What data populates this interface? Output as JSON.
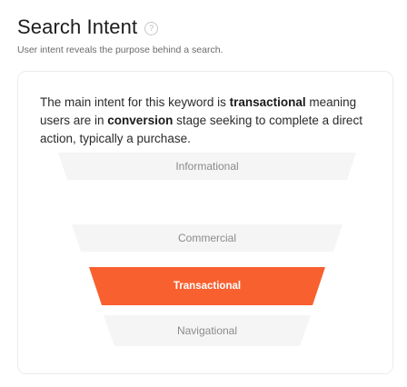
{
  "header": {
    "title": "Search Intent",
    "help_icon": "help-circle-icon",
    "subtitle": "User intent reveals the purpose behind a search."
  },
  "description": {
    "part1": "The main intent for this keyword is ",
    "intent": "transactional",
    "part2": " meaning users are in ",
    "stage": "conversion",
    "part3": " stage seeking to complete a direct action, typically a purchase."
  },
  "funnel": {
    "stages": [
      {
        "label": "Informational",
        "active": false
      },
      {
        "label": "Commercial",
        "active": false
      },
      {
        "label": "Transactional",
        "active": true
      },
      {
        "label": "Navigational",
        "active": false
      }
    ],
    "colors": {
      "inactive_fill": "#f5f5f5",
      "active_fill": "#f8602f",
      "inactive_text": "#8b8b8b",
      "active_text": "#ffffff"
    }
  }
}
